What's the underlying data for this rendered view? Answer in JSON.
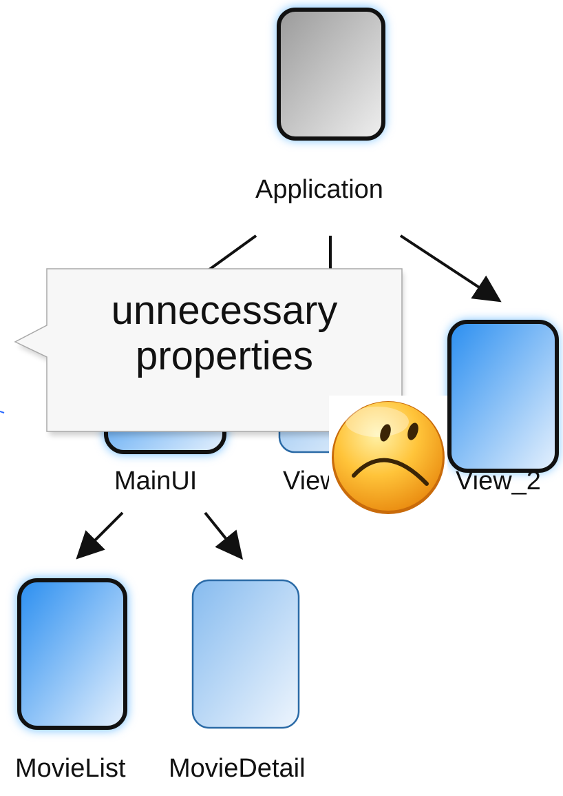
{
  "diagram": {
    "nodes": {
      "application": {
        "label": "Application",
        "style": "gray-selected"
      },
      "main_ui": {
        "label": "MainUI",
        "style": "blue-selected"
      },
      "view_1": {
        "label": "View_1",
        "style": "blue-plain"
      },
      "view_2": {
        "label": "View_2",
        "style": "blue-selected"
      },
      "movie_list": {
        "label": "MovieList",
        "style": "blue-selected"
      },
      "movie_detail": {
        "label": "MovieDetail",
        "style": "blue-plain"
      }
    },
    "callout": {
      "line1": "unnecessary",
      "line2": "properties"
    },
    "emoji": "sad-face-icon",
    "colors": {
      "selected_glow": "#7ec4ff",
      "blue_top": "#2a8ef0",
      "blue_bottom": "#e6f1fd",
      "gray_top": "#9a9a9a",
      "gray_bottom": "#eeeeee",
      "border": "#111111",
      "plain_border": "#2a6aa6",
      "emoji_face": "#f5a21a"
    }
  }
}
